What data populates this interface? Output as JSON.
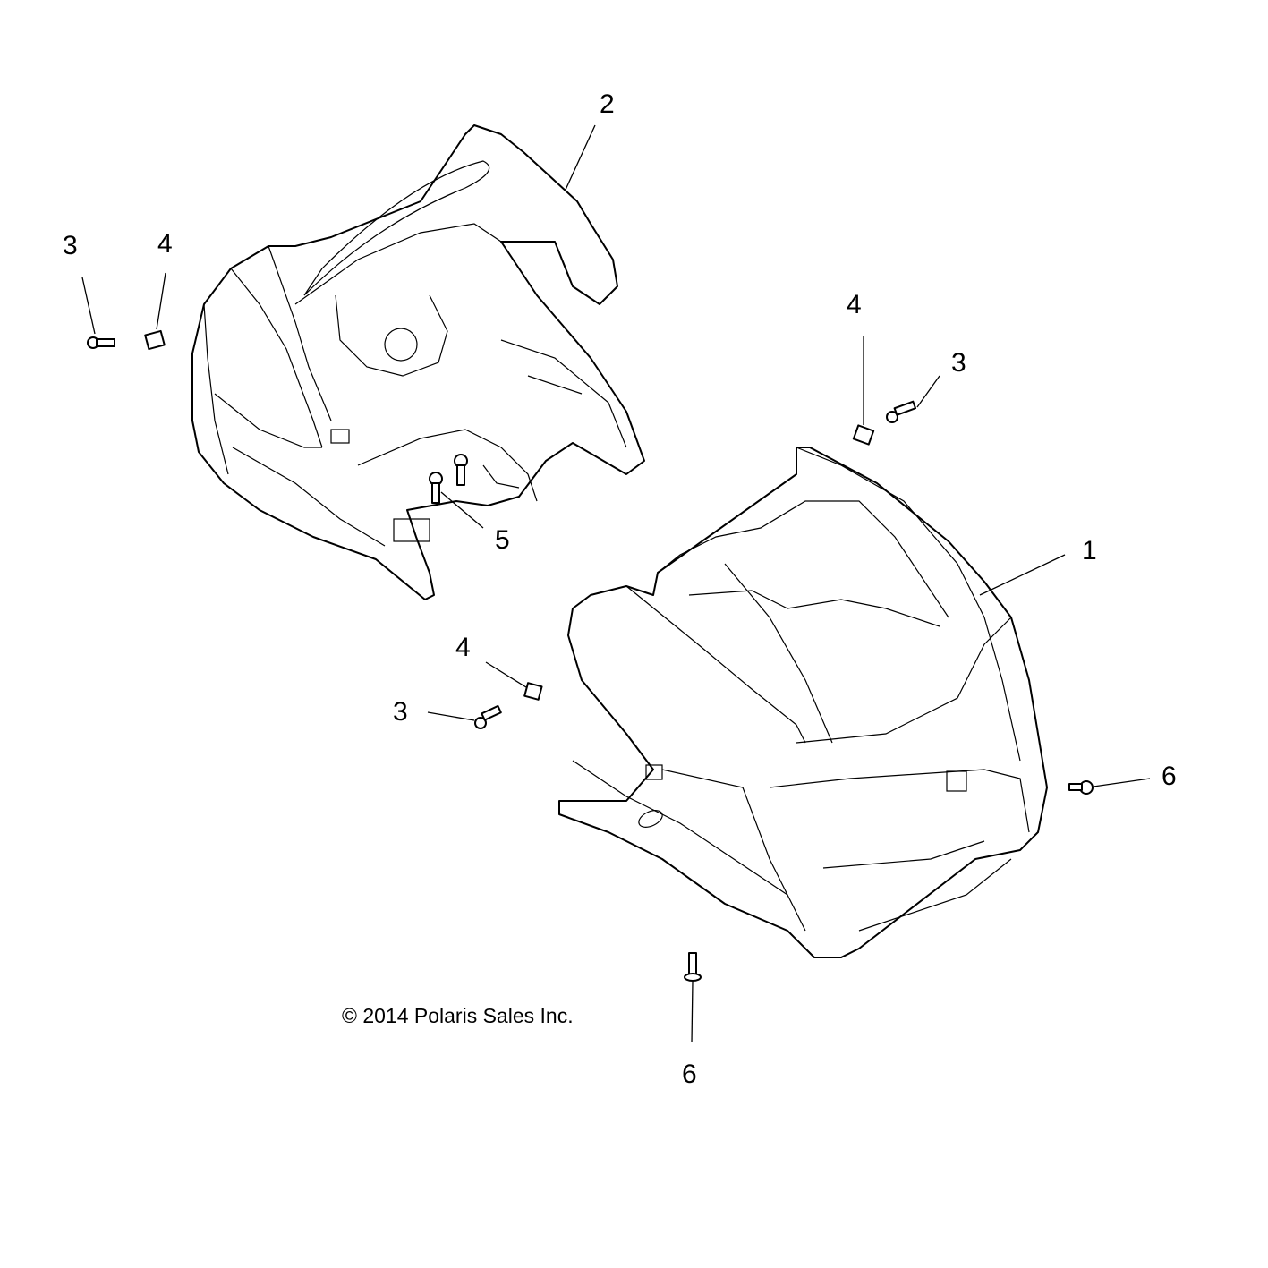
{
  "diagram": {
    "callouts": [
      {
        "id": "2",
        "label": "2"
      },
      {
        "id": "3a",
        "label": "3"
      },
      {
        "id": "4a",
        "label": "4"
      },
      {
        "id": "4b",
        "label": "4"
      },
      {
        "id": "3b",
        "label": "3"
      },
      {
        "id": "5",
        "label": "5"
      },
      {
        "id": "1",
        "label": "1"
      },
      {
        "id": "4c",
        "label": "4"
      },
      {
        "id": "3c",
        "label": "3"
      },
      {
        "id": "6a",
        "label": "6"
      },
      {
        "id": "6b",
        "label": "6"
      }
    ],
    "copyright": "© 2014 Polaris Sales Inc."
  }
}
